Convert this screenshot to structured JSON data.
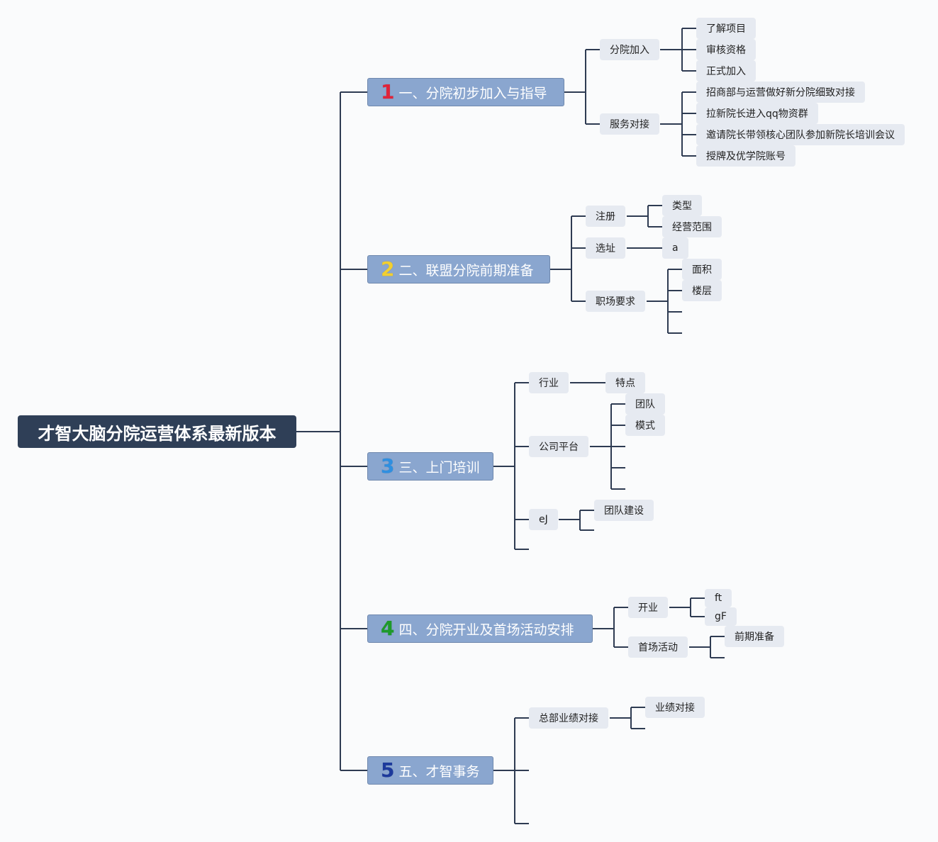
{
  "root": {
    "title": "才智大脑分院运营体系最新版本"
  },
  "colors": {
    "num1": "#e0233a",
    "num2": "#f2cf30",
    "num3": "#2f8fe0",
    "num4": "#1e9a2a",
    "num5": "#1d3a9c"
  },
  "branches": [
    {
      "num": "1",
      "label": "一、分院初步加入与指导",
      "children": [
        {
          "label": "分院加入",
          "children": [
            "了解项目",
            "审核资格",
            "正式加入"
          ]
        },
        {
          "label": "服务对接",
          "children": [
            "招商部与运营做好新分院细致对接",
            "拉新院长进入qq物资群",
            "邀请院长带领核心团队参加新院长培训会议",
            "授牌及优学院账号"
          ]
        }
      ]
    },
    {
      "num": "2",
      "label": "二、联盟分院前期准备",
      "children": [
        {
          "label": "注册",
          "children": [
            "类型",
            "经营范围"
          ]
        },
        {
          "label": "选址",
          "children": [
            "a"
          ]
        },
        {
          "label": "职场要求",
          "children": [
            "面积",
            "楼层"
          ]
        }
      ]
    },
    {
      "num": "3",
      "label": "三、上门培训",
      "children": [
        {
          "label": "行业",
          "children": [
            "特点"
          ]
        },
        {
          "label": "公司平台",
          "children": [
            "团队",
            "模式"
          ]
        },
        {
          "label": "eJ",
          "children": [
            "团队建设"
          ]
        }
      ]
    },
    {
      "num": "4",
      "label": "四、分院开业及首场活动安排",
      "children": [
        {
          "label": "开业",
          "children": [
            "ft",
            "gF"
          ]
        },
        {
          "label": "首场活动",
          "children": [
            "前期准备"
          ]
        }
      ]
    },
    {
      "num": "5",
      "label": "五、才智事务",
      "children": [
        {
          "label": "总部业绩对接",
          "children": [
            "业绩对接"
          ]
        }
      ]
    }
  ]
}
